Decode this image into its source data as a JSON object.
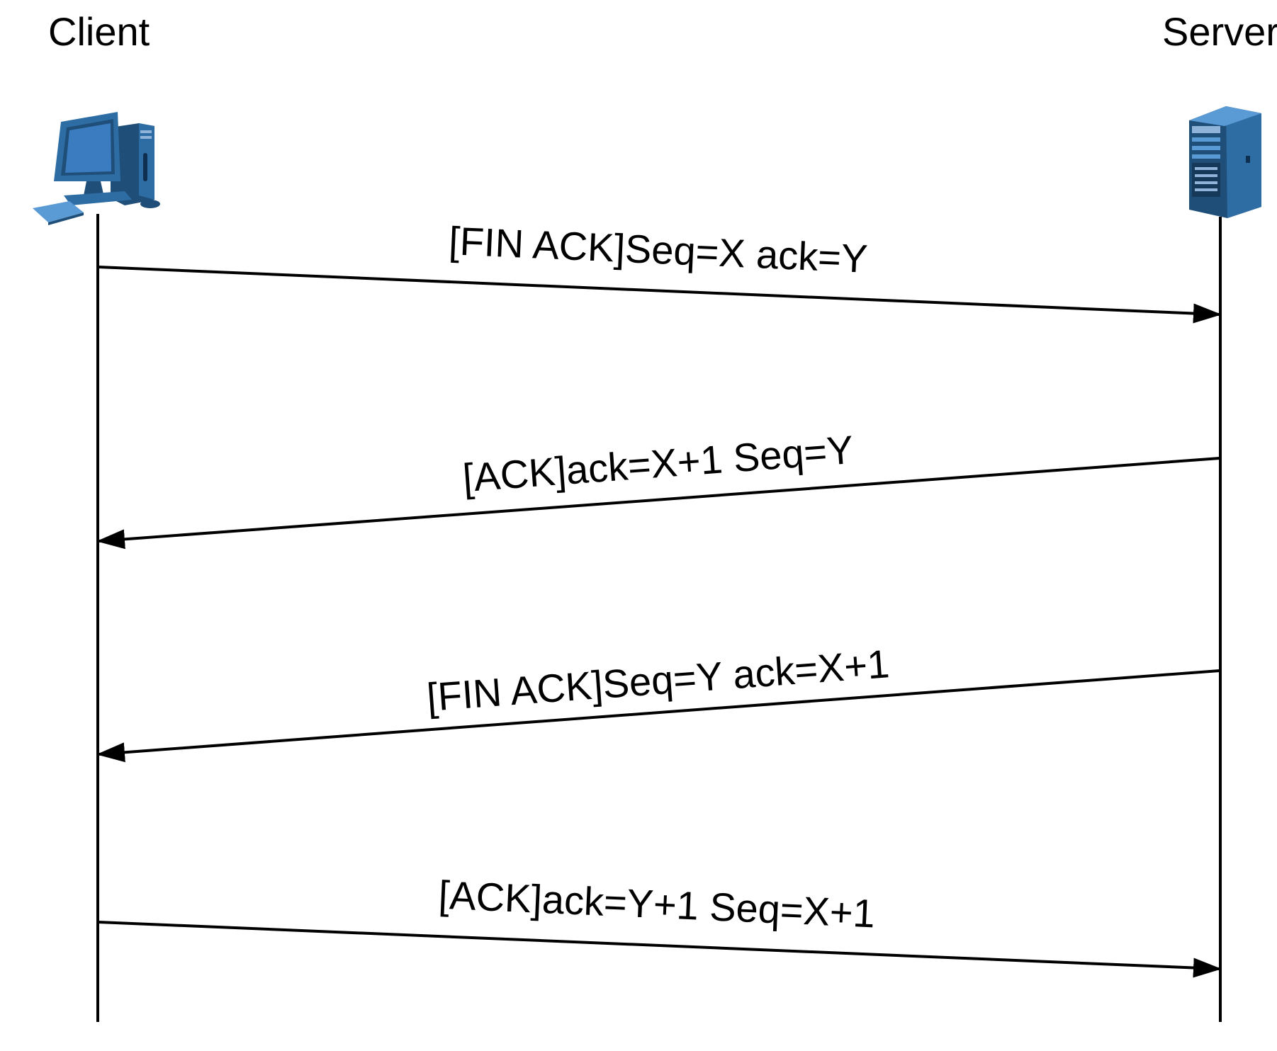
{
  "actors": {
    "client": {
      "label": "Client",
      "icon": "desktop-computer-icon"
    },
    "server": {
      "label": "Server",
      "icon": "tower-server-icon"
    }
  },
  "messages": [
    {
      "label": "[FIN ACK]Seq=X ack=Y",
      "from": "client",
      "to": "server"
    },
    {
      "label": "[ACK]ack=X+1 Seq=Y",
      "from": "server",
      "to": "client"
    },
    {
      "label": "[FIN ACK]Seq=Y ack=X+1",
      "from": "server",
      "to": "client"
    },
    {
      "label": "[ACK]ack=Y+1 Seq=X+1",
      "from": "client",
      "to": "server"
    }
  ],
  "colors": {
    "icon_dark": "#1f4e79",
    "icon_mid": "#2e6da4",
    "icon_light": "#5b9bd5",
    "line": "#000000"
  }
}
